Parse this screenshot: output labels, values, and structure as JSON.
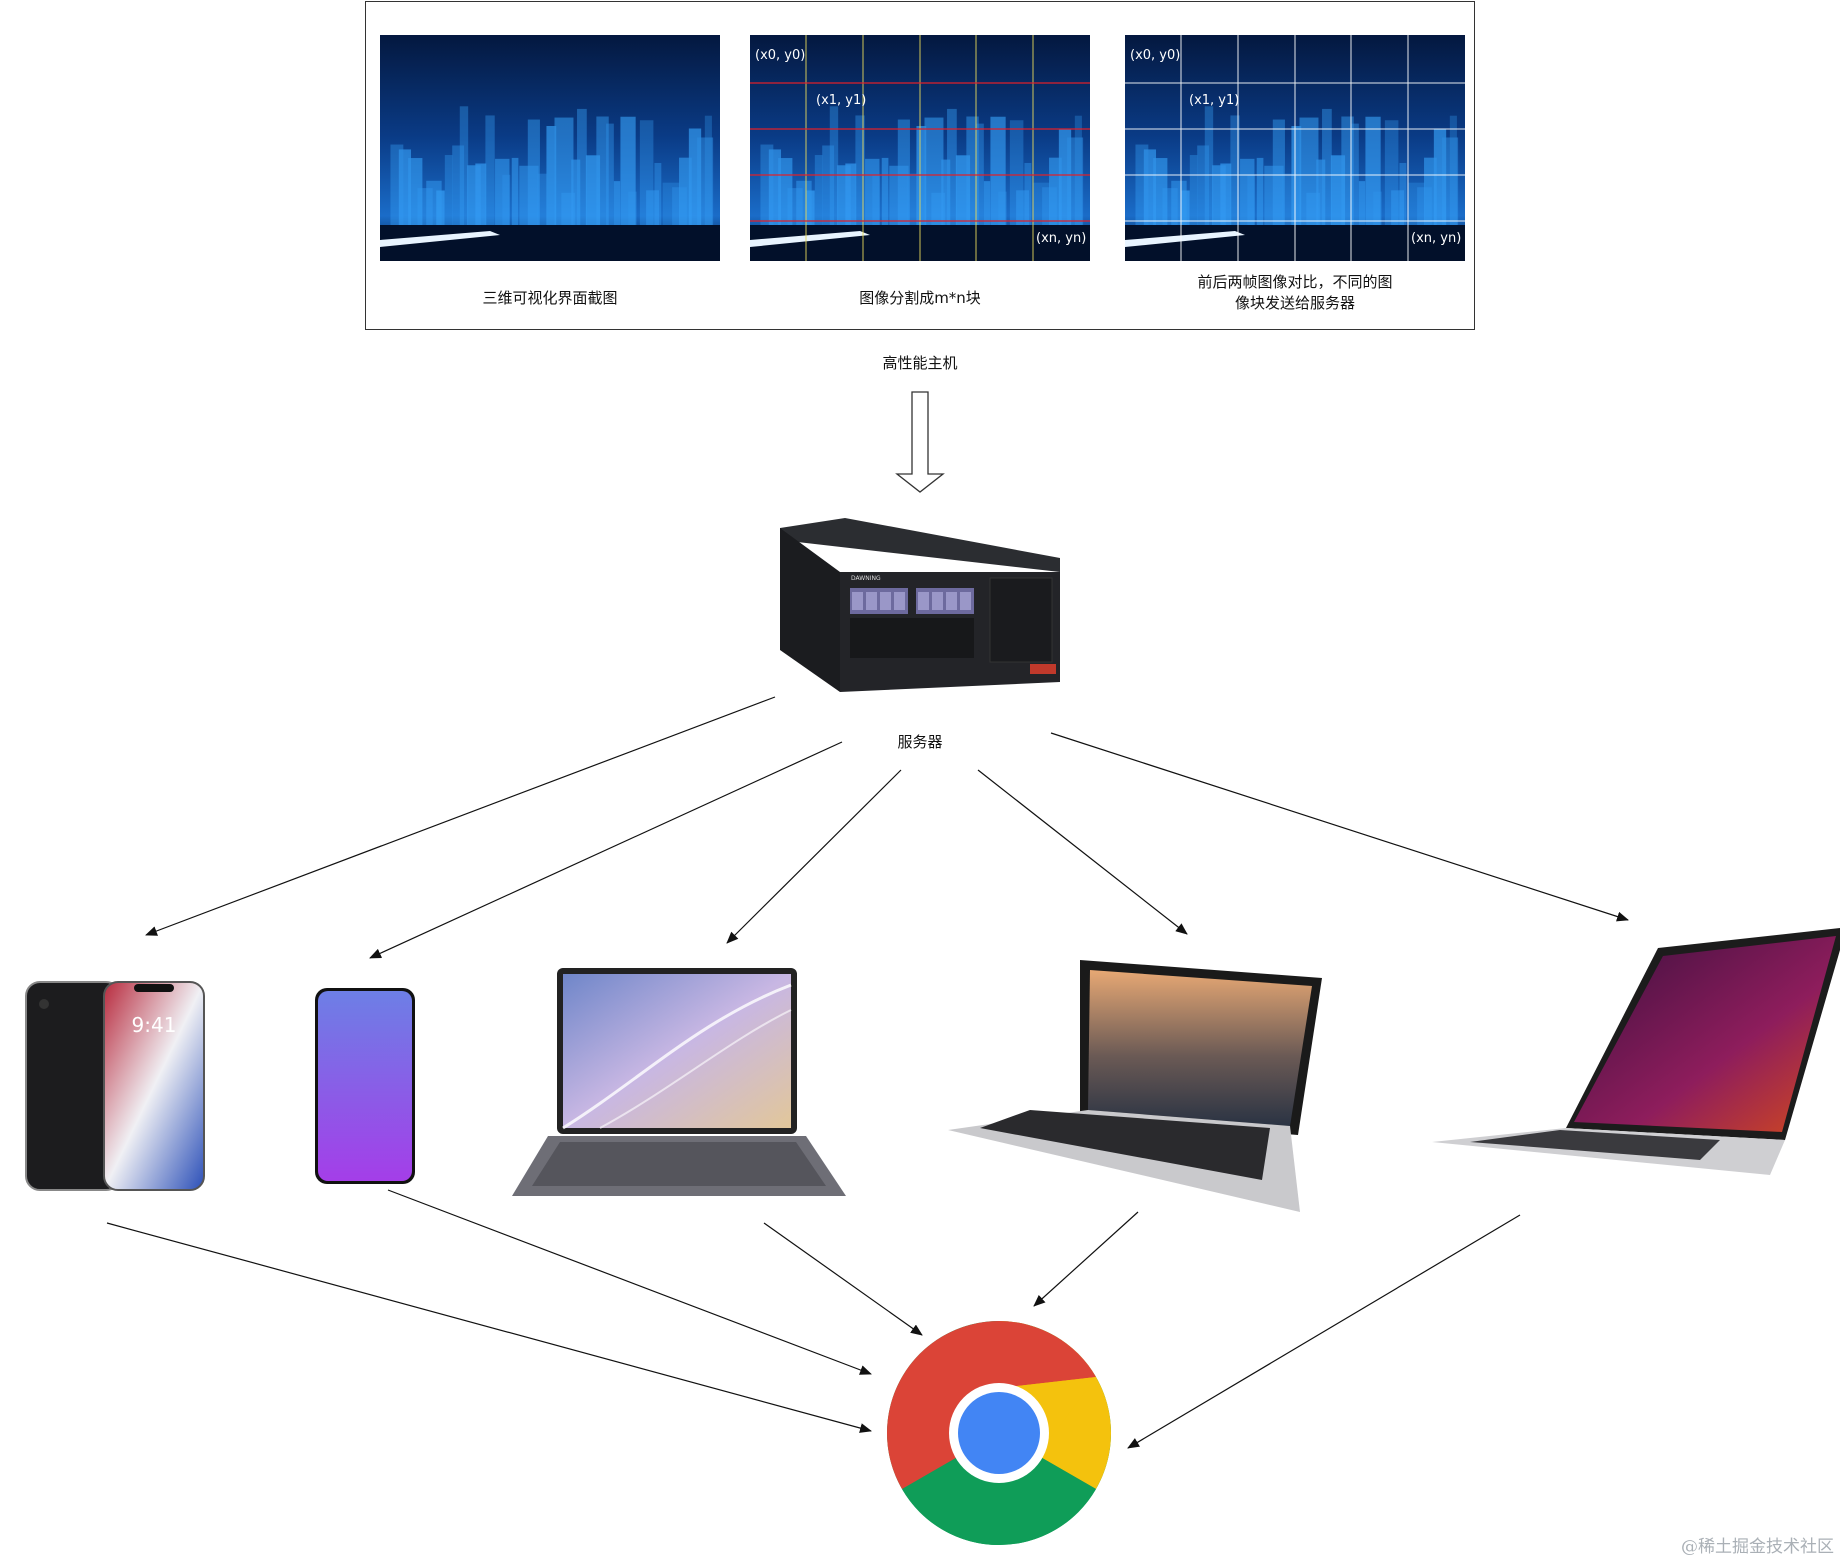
{
  "captions": {
    "screenshot": "三维可视化界面截图",
    "split": "图像分割成m*n块",
    "compare_line1": "前后两帧图像对比，不同的图",
    "compare_line2": "像块发送给服务器"
  },
  "coords": {
    "p0": "(x0, y0)",
    "p1": "(x1, y1)",
    "pn": "(xn, yn)"
  },
  "labels": {
    "host": "高性能主机",
    "server": "服务器"
  },
  "server_brand": "DAWNING",
  "phone_clock": "9:41",
  "watermark": "@稀土掘金技术社区",
  "colors": {
    "city_sky": "#062a63",
    "city_glow": "#2f9bff",
    "grid_line": "#ffffff",
    "red_line": "#e0202a",
    "yellow_line": "#e7d95a",
    "chrome_red": "#db4437",
    "chrome_yellow": "#f4c20d",
    "chrome_green": "#0f9d58",
    "chrome_blue": "#4285f4"
  }
}
